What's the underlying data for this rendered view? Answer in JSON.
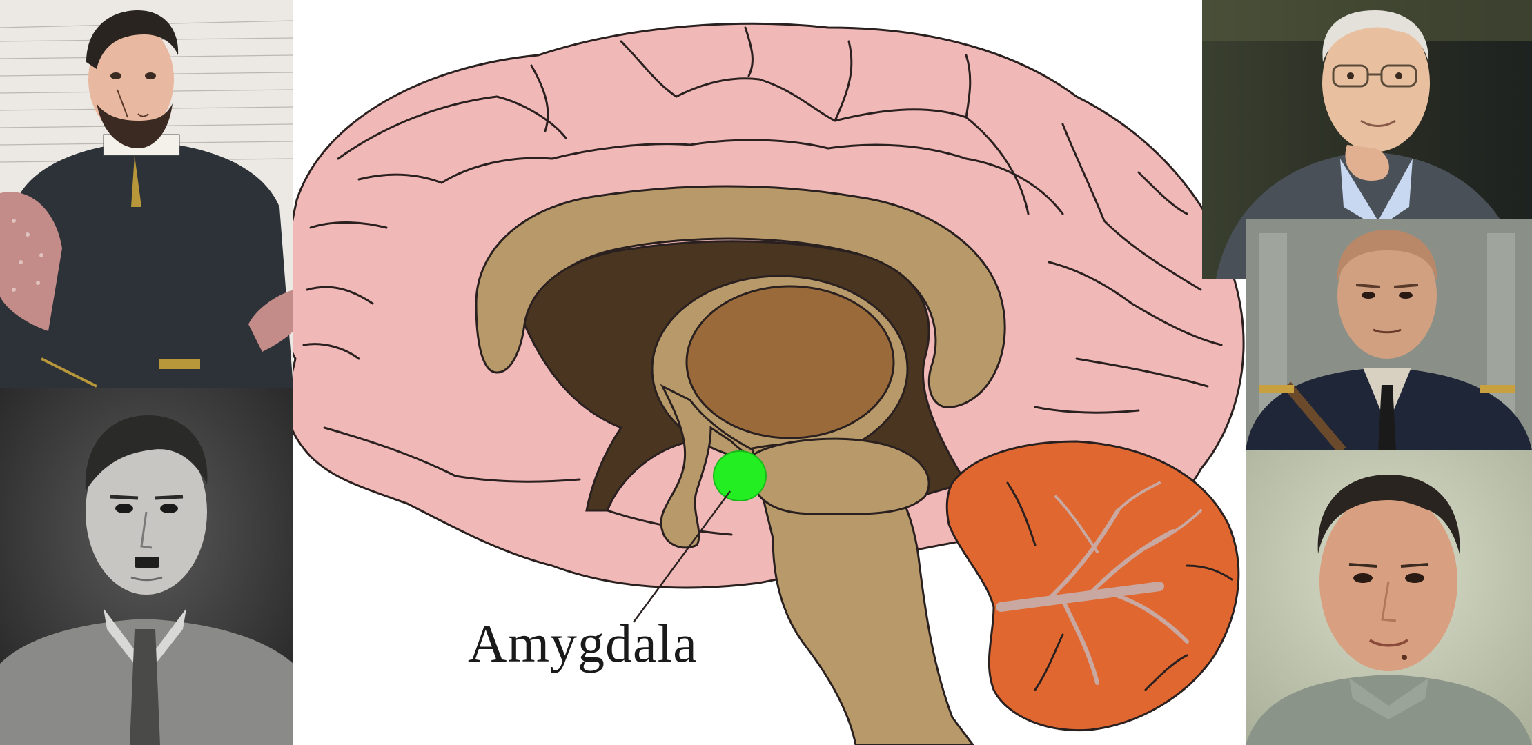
{
  "diagram": {
    "label": "Amygdala",
    "colors": {
      "cortex": "#f0b8b6",
      "outline": "#2a2020",
      "corpus_callosum": "#b89a6a",
      "ventricle": "#4a3520",
      "thalamus": "#9a6a3a",
      "brainstem": "#b89a6a",
      "cerebellum": "#e06830",
      "amygdala": "#22ee22"
    }
  },
  "portraits": [
    {
      "name": "engraving-portrait",
      "style": "colored engraving"
    },
    {
      "name": "black-and-white-portrait",
      "style": "monochrome photo"
    },
    {
      "name": "man-with-glasses-portrait",
      "style": "color photo"
    },
    {
      "name": "uniformed-man-portrait",
      "style": "color photo"
    },
    {
      "name": "painted-portrait",
      "style": "painted portrait"
    }
  ]
}
